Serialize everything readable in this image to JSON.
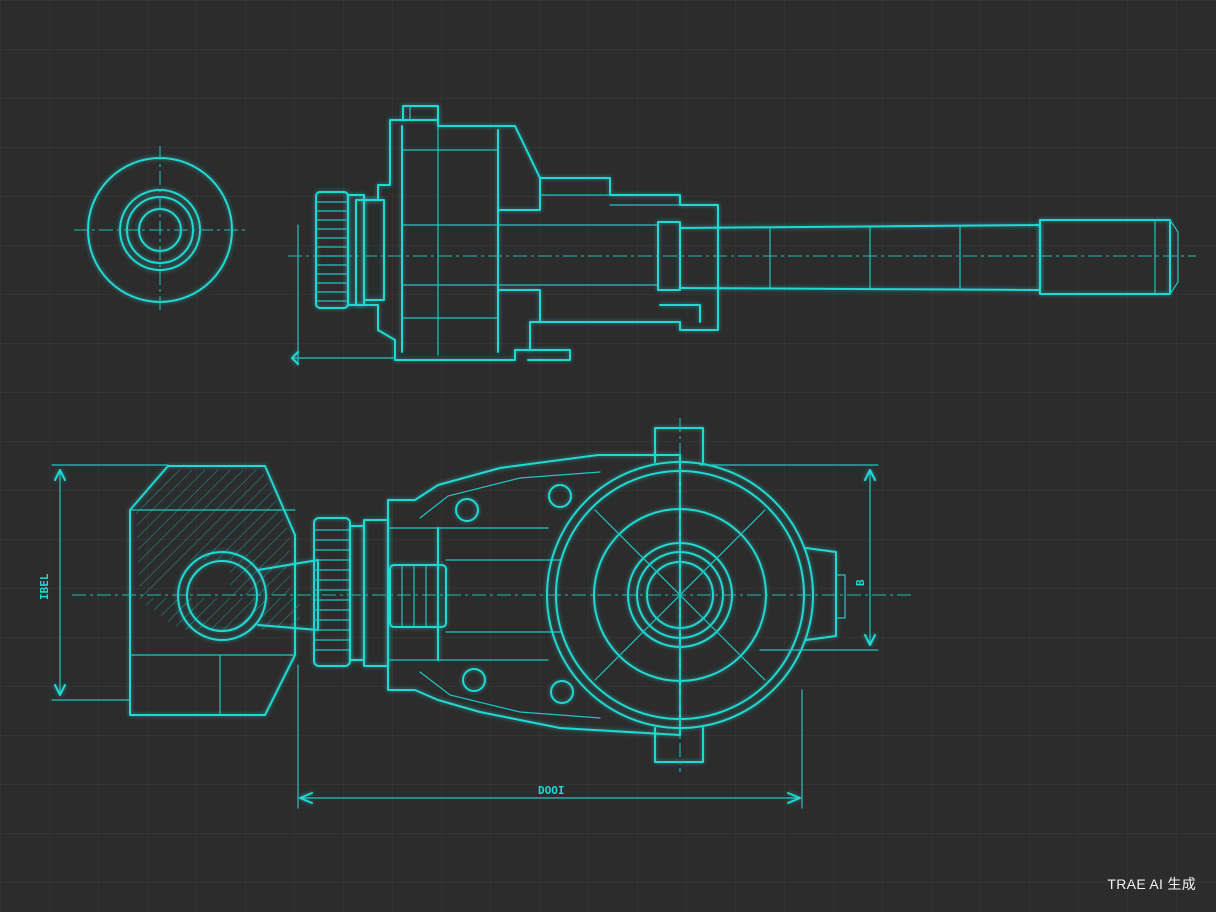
{
  "drawing": {
    "stroke_color": "#22d8d2",
    "background_color": "#2c2c2c",
    "grid_color": "#3a3a3a"
  },
  "dimensions": {
    "bottom_label": "DOOI",
    "left_label": "IBEL",
    "right_label": "B"
  },
  "watermark": {
    "text": "TRAE AI 生成"
  }
}
